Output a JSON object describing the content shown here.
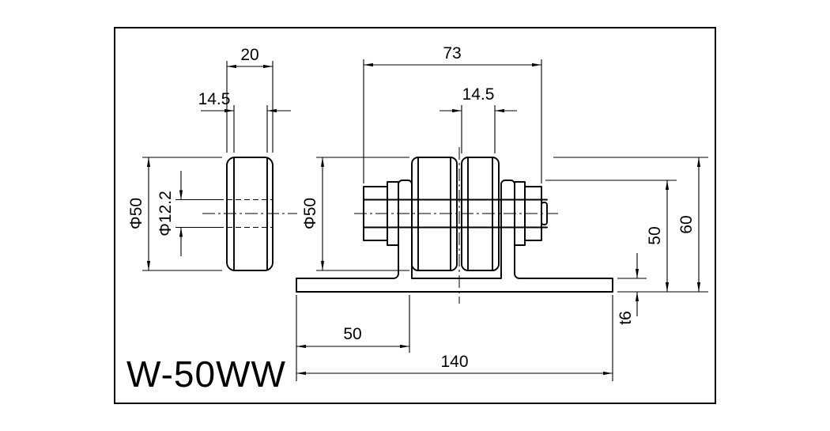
{
  "drawing": {
    "title": "W-50WW"
  },
  "side_view": {
    "width": "20",
    "hub_width": "14.5",
    "outer_diameter": "Φ50",
    "bore_diameter": "Φ12.2"
  },
  "front_view": {
    "overall_width": "73",
    "hub_width": "14.5",
    "wheel_diameter": "Φ50",
    "flange_height": "50",
    "overall_height": "60",
    "plate_thickness": "t6",
    "flange_offset": "50",
    "base_length": "140"
  }
}
